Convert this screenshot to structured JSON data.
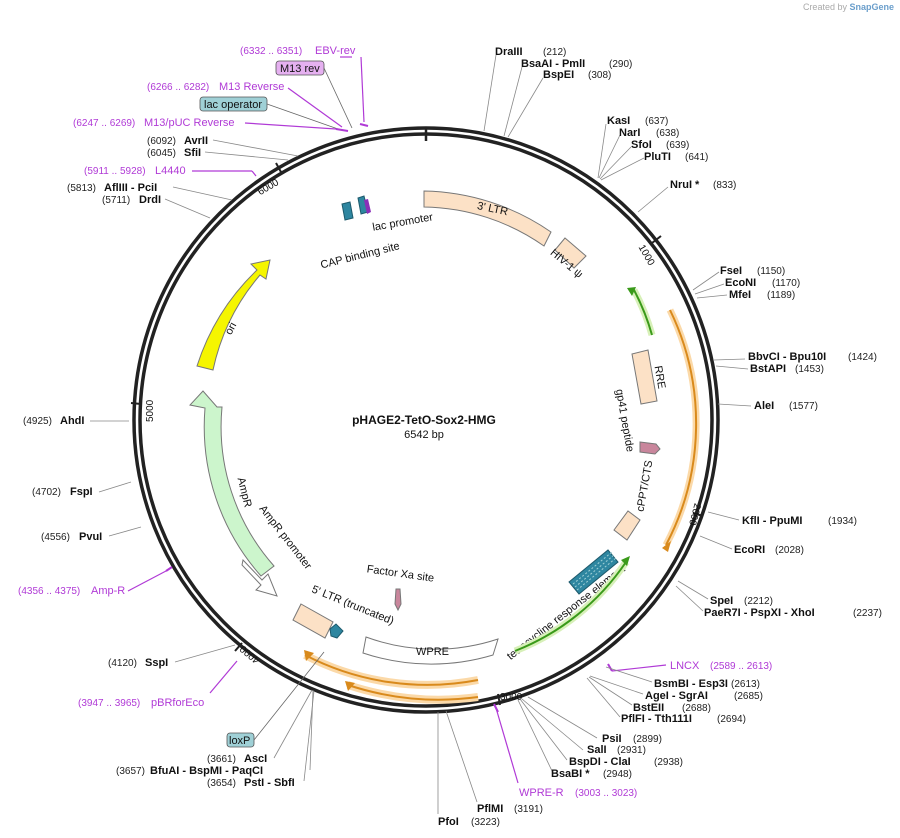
{
  "credit": {
    "prefix": "Created by",
    "brand": "SnapGene"
  },
  "plasmid": {
    "name": "pHAGE2-TetO-Sox2-HMG",
    "size": "6542 bp",
    "length": 6542
  },
  "ticks": [
    "1000",
    "2000",
    "3000",
    "4000",
    "5000",
    "6000"
  ],
  "features": [
    {
      "name": "3' LTR",
      "kind": "box",
      "color": "#fce1c6"
    },
    {
      "name": "HIV-1 ψ",
      "kind": "box",
      "color": "#fce1c6"
    },
    {
      "name": "RRE",
      "kind": "box",
      "color": "#fce1c6"
    },
    {
      "name": "gp41 peptide",
      "kind": "arrow",
      "color": "#c9869c"
    },
    {
      "name": "cPPT/CTS",
      "kind": "box",
      "color": "#fce1c6"
    },
    {
      "name": "tetracycline response element",
      "kind": "box",
      "color": "#2e86a0"
    },
    {
      "name": "Factor Xa site",
      "kind": "arrow",
      "color": "#c9869c"
    },
    {
      "name": "WPRE",
      "kind": "box",
      "color": "#ffffff"
    },
    {
      "name": "5' LTR (truncated)",
      "kind": "box",
      "color": "#fce1c6"
    },
    {
      "name": "AmpR promoter",
      "kind": "arrow",
      "color": "#ffffff"
    },
    {
      "name": "AmpR",
      "kind": "arrow",
      "color": "#ccf5cc"
    },
    {
      "name": "ori",
      "kind": "arrow",
      "color": "#f5f500"
    },
    {
      "name": "lac promoter",
      "kind": "arrow",
      "color": "#2e86a0"
    },
    {
      "name": "CAP binding site",
      "kind": "box",
      "color": "#2e86a0"
    }
  ],
  "primers": [
    {
      "name": "EBV-rev",
      "range": "(6332 .. 6351)"
    },
    {
      "name": "M13 Reverse",
      "range": "(6266 .. 6282)"
    },
    {
      "name": "M13/pUC Reverse",
      "range": "(6247 .. 6269)"
    },
    {
      "name": "L4440",
      "range": "(5911 .. 5928)"
    },
    {
      "name": "Amp-R",
      "range": "(4356 .. 4375)"
    },
    {
      "name": "pBRforEco",
      "range": "(3947 .. 3965)"
    },
    {
      "name": "WPRE-R",
      "range": "(3003 .. 3023)"
    },
    {
      "name": "LNCX",
      "range": "(2589 .. 2613)"
    }
  ],
  "badges": [
    {
      "name": "M13 rev",
      "color": "#e5b0f0"
    },
    {
      "name": "lac operator",
      "color": "#9fd0d6"
    },
    {
      "name": "loxP",
      "color": "#9fd0d6"
    }
  ],
  "enzymes": [
    {
      "label": "DraIII",
      "pos": "(212)"
    },
    {
      "label": "BsaAI  - PmlI",
      "pos": "(290)"
    },
    {
      "label": "BspEI",
      "pos": "(308)"
    },
    {
      "label": "KasI",
      "pos": "(637)"
    },
    {
      "label": "NarI",
      "pos": "(638)"
    },
    {
      "label": "SfoI",
      "pos": "(639)"
    },
    {
      "label": "PluTI",
      "pos": "(641)"
    },
    {
      "label": "NruI *",
      "pos": "(833)"
    },
    {
      "label": "FseI",
      "pos": "(1150)"
    },
    {
      "label": "EcoNI",
      "pos": "(1170)"
    },
    {
      "label": "MfeI",
      "pos": "(1189)"
    },
    {
      "label": "BbvCI  - Bpu10I",
      "pos": "(1424)"
    },
    {
      "label": "BstAPI",
      "pos": "(1453)"
    },
    {
      "label": "AleI",
      "pos": "(1577)"
    },
    {
      "label": "KflI  - PpuMI",
      "pos": "(1934)"
    },
    {
      "label": "EcoRI",
      "pos": "(2028)"
    },
    {
      "label": "SpeI",
      "pos": "(2212)"
    },
    {
      "label": "PaeR7I  - PspXI  - XhoI",
      "pos": "(2237)"
    },
    {
      "label": "BsmBI  - Esp3I",
      "pos": "(2613)"
    },
    {
      "label": "AgeI  - SgrAI",
      "pos": "(2685)"
    },
    {
      "label": "BstEII",
      "pos": "(2688)"
    },
    {
      "label": "PflFI  - Tth111I",
      "pos": "(2694)"
    },
    {
      "label": "PsiI",
      "pos": "(2899)"
    },
    {
      "label": "SalI",
      "pos": "(2931)"
    },
    {
      "label": "BspDI  - ClaI",
      "pos": "(2938)"
    },
    {
      "label": "BsaBI *",
      "pos": "(2948)"
    },
    {
      "label": "PflMI",
      "pos": "(3191)"
    },
    {
      "label": "PfoI",
      "pos": "(3223)"
    },
    {
      "label": "AscI",
      "pos": "(3661)"
    },
    {
      "label": "BfuAI  - BspMI  - PaqCI",
      "pos": "(3657)"
    },
    {
      "label": "PstI  - SbfI",
      "pos": "(3654)"
    },
    {
      "label": "SspI",
      "pos": "(4120)"
    },
    {
      "label": "FspI",
      "pos": "(4702)"
    },
    {
      "label": "PvuI",
      "pos": "(4556)"
    },
    {
      "label": "AhdI",
      "pos": "(4925)"
    },
    {
      "label": "AflIII  - PciI",
      "pos": "(5813)"
    },
    {
      "label": "DrdI",
      "pos": "(5711)"
    },
    {
      "label": "AvrII",
      "pos": "(6092)"
    },
    {
      "label": "SfiI",
      "pos": "(6045)"
    }
  ]
}
